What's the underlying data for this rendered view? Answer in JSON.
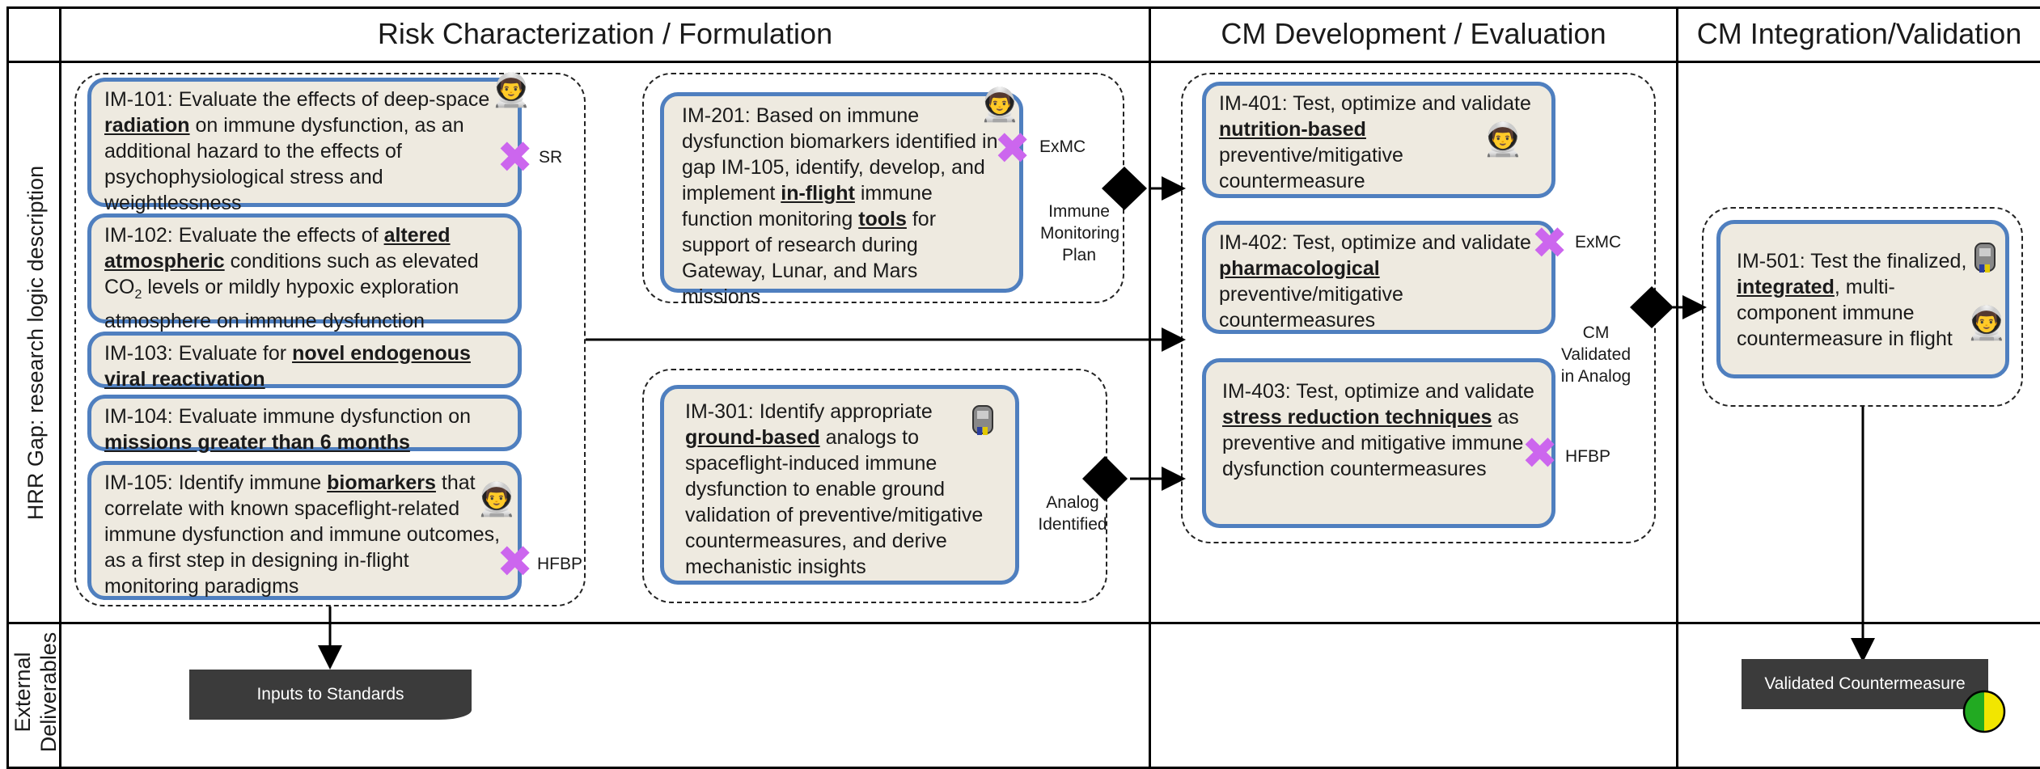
{
  "columns": {
    "risk": "Risk Characterization / Formulation",
    "dev": "CM Development / Evaluation",
    "integ": "CM Integration/Validation"
  },
  "rows": {
    "gap": "HRR Gap: research logic description",
    "deliv_1": "External",
    "deliv_2": "Deliverables"
  },
  "cards": {
    "im101": {
      "pre": "IM-101: Evaluate the effects of deep-space ",
      "bold": "radiation",
      "post": " on immune dysfunction, as an additional hazard to the effects of psychophysiological stress and weightlessness",
      "tag": "SR"
    },
    "im102": {
      "pre": "IM-102: Evaluate the effects of ",
      "bold": "altered atmospheric",
      "mid": " conditions such as elevated CO",
      "sub": "2",
      "post": " levels or mildly hypoxic exploration atmosphere on immune dysfunction"
    },
    "im103": {
      "pre": "IM-103: Evaluate for ",
      "bold": "novel endogenous viral reactivation"
    },
    "im104": {
      "pre": "IM-104: Evaluate immune dysfunction on ",
      "bold": "missions greater than 6 months"
    },
    "im105": {
      "pre": "IM-105: Identify immune ",
      "bold": "biomarkers",
      "post": " that correlate with known spaceflight-related immune dysfunction and immune outcomes, as a first step in designing in-flight monitoring paradigms",
      "tag": "HFBP"
    },
    "im201": {
      "pre": "IM-201: Based on immune dysfunction biomarkers identified in gap IM-105, identify, develop, and implement ",
      "bold": "in-flight",
      "mid": " immune function monitoring ",
      "bold2": "tools",
      "post": " for support of research during Gateway, Lunar, and Mars missions",
      "tag": "ExMC"
    },
    "im301": {
      "pre": "IM-301: Identify appropriate ",
      "bold": "ground-based",
      "post": " analogs to spaceflight-induced immune dysfunction to enable ground validation of preventive/mitigative countermeasures, and derive mechanistic insights"
    },
    "im401": {
      "pre": "IM-401: Test, optimize and validate ",
      "bold": "nutrition-based",
      "post": " preventive/mitigative countermeasure"
    },
    "im402": {
      "pre": "IM-402: Test, optimize and validate ",
      "bold": "pharmacological",
      "post": " preventive/mitigative countermeasures",
      "tag": "ExMC"
    },
    "im403": {
      "pre": "IM-403: Test, optimize and validate ",
      "bold": "stress reduction techniques",
      "post": " as preventive and mitigative immune dysfunction countermeasures",
      "tag": "HFBP"
    },
    "im501": {
      "pre": "IM-501: Test the finalized, ",
      "bold": "integrated",
      "post": ", multi-component immune countermeasure in flight"
    }
  },
  "milestones": {
    "plan": "Immune Monitoring Plan",
    "analog": "Analog Identified",
    "cm": "CM Validated in Analog"
  },
  "deliverables": {
    "standards": "Inputs to Standards",
    "validated": "Validated Countermeasure"
  },
  "colors": {
    "card_border": "#4f7fbf",
    "card_fill": "#eeeae0",
    "x_mark": "#cc66ee",
    "deliverable": "#3b3b3b",
    "status_green": "#22aa22",
    "status_yellow": "#f2e600"
  },
  "icons": [
    "astronaut-icon",
    "habitat-icon",
    "x-mark-icon",
    "diamond-milestone-icon",
    "status-circle-icon"
  ]
}
